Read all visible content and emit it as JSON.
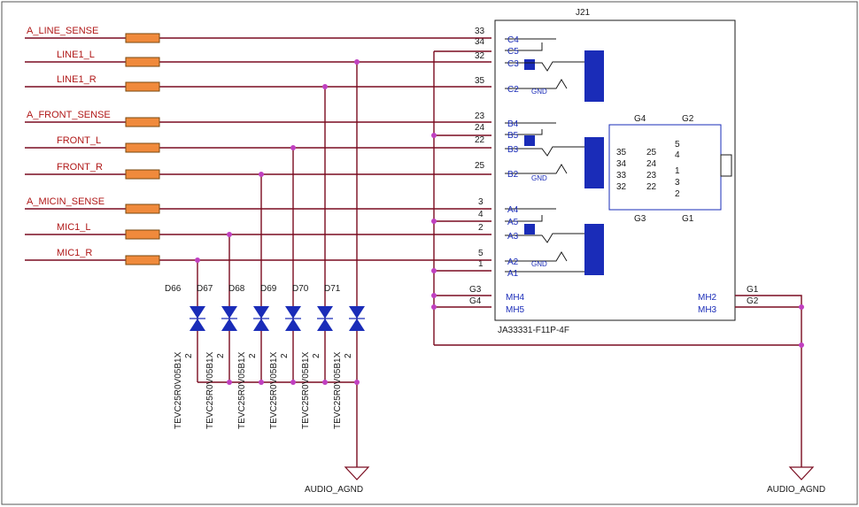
{
  "connector": {
    "ref": "J21",
    "part": "JA33331-F11P-4F",
    "bank_c": {
      "pins": [
        "33",
        "34",
        "32",
        "35"
      ],
      "labels": [
        "C4",
        "C5",
        "C3",
        "C2"
      ]
    },
    "bank_b": {
      "pins": [
        "23",
        "24",
        "22",
        "25"
      ],
      "labels": [
        "B4",
        "B5",
        "B3",
        "B2"
      ]
    },
    "bank_a": {
      "pins": [
        "3",
        "4",
        "2",
        "5",
        "1"
      ],
      "labels": [
        "A4",
        "A5",
        "A3",
        "A2",
        "A1"
      ]
    },
    "gnd_label": "GND",
    "mount_left": {
      "pins": [
        "G3",
        "G4"
      ],
      "labels": [
        "MH4",
        "MH5"
      ]
    },
    "mount_right": {
      "pins": [
        "G1",
        "G2"
      ],
      "labels": [
        "MH2",
        "MH3"
      ]
    },
    "footprint": {
      "corners": [
        "G4",
        "G2",
        "G3",
        "G1"
      ],
      "col1": [
        "35",
        "34",
        "33",
        "32"
      ],
      "col2": [
        "25",
        "24",
        "23",
        "22"
      ],
      "col3": [
        "5",
        "4",
        "1",
        "3",
        "2"
      ]
    }
  },
  "nets": [
    "A_LINE_SENSE",
    "LINE1_L",
    "LINE1_R",
    "A_FRONT_SENSE",
    "FRONT_L",
    "FRONT_R",
    "A_MICIN_SENSE",
    "MIC1_L",
    "MIC1_R"
  ],
  "diodes": {
    "refs": [
      "D66",
      "D67",
      "D68",
      "D69",
      "D70",
      "D71"
    ],
    "part": "TEVC25R0V05B1X",
    "pin": "2"
  },
  "grounds": [
    "AUDIO_AGND",
    "AUDIO_AGND"
  ],
  "colors": {
    "wire": "#7a0c20",
    "label": "#b01818",
    "symbol": "#1a2cb8",
    "resistor": "#f08a3c"
  }
}
